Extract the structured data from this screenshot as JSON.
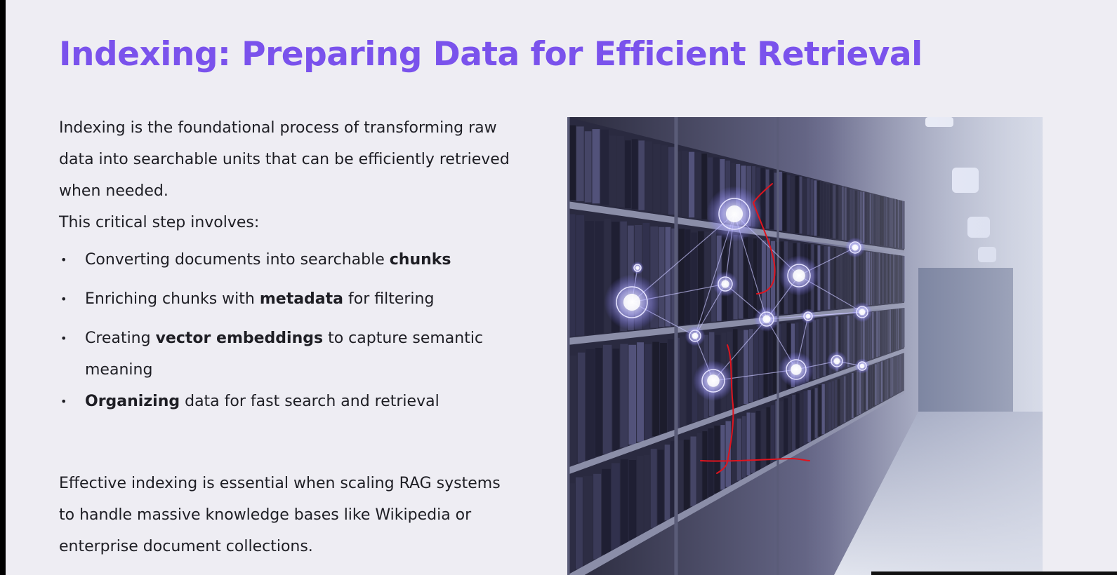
{
  "slide": {
    "title": "Indexing: Preparing Data for Efficient Retrieval",
    "intro_lines": [
      "Indexing is the foundational process of transforming raw",
      "data into searchable units that can be efficiently retrieved",
      "when needed."
    ],
    "lead_in": "This critical step involves:",
    "bullets": [
      {
        "before": "Converting documents into searchable ",
        "bold": "chunks",
        "after": ""
      },
      {
        "before": "Enriching chunks with ",
        "bold": "metadata",
        "after": " for filtering"
      },
      {
        "before": "Creating ",
        "bold": "vector embeddings",
        "after": " to capture semantic meaning"
      },
      {
        "before": "",
        "bold": "Organizing",
        "after": " data for fast search and retrieval"
      }
    ],
    "bullet_glyph": "•",
    "closing_lines": [
      "Effective indexing is essential when scaling RAG systems",
      "to handle massive knowledge bases like Wikipedia or",
      "enterprise document collections."
    ],
    "image_subject": "library-bookshelves-with-network-nodes",
    "colors": {
      "title": "#7a52ec",
      "background": "#eeedf3",
      "body_text": "#1e1e24",
      "annotation": "#e0141e"
    }
  }
}
